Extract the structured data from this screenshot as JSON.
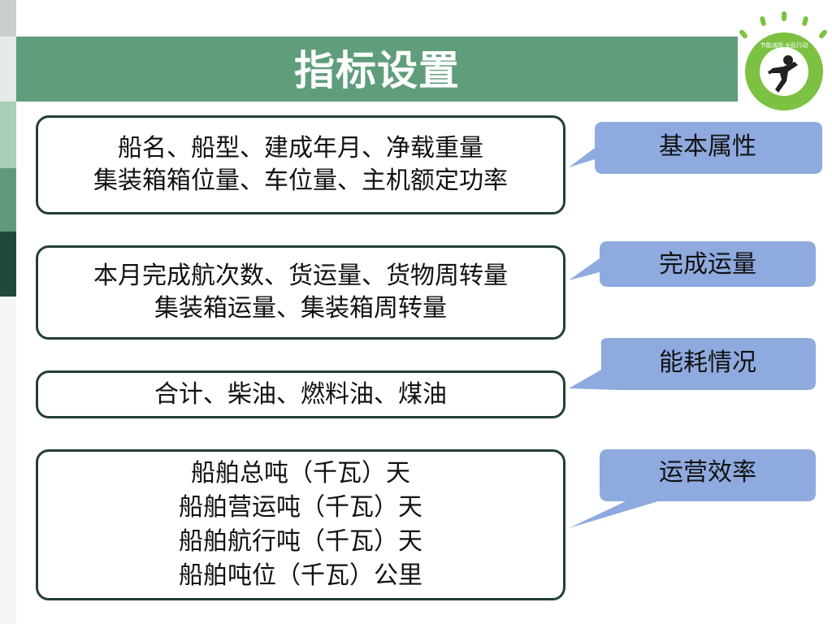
{
  "slide": {
    "title": "指标设置",
    "logo_text": "节能减排 全民行动"
  },
  "boxes": [
    {
      "lines": [
        "船名、船型、建成年月、净载重量",
        "集装箱箱位量、车位量、主机额定功率"
      ]
    },
    {
      "lines": [
        "本月完成航次数、货运量、货物周转量",
        "集装箱运量、集装箱周转量"
      ]
    },
    {
      "lines": [
        "合计、柴油、燃料油、煤油"
      ]
    },
    {
      "lines": [
        "船舶总吨（千瓦）天",
        "船舶营运吨（千瓦）天",
        "船舶航行吨（千瓦）天",
        "船舶吨位（千瓦）公里"
      ]
    }
  ],
  "callouts": [
    {
      "label": "基本属性"
    },
    {
      "label": "完成运量"
    },
    {
      "label": "能耗情况"
    },
    {
      "label": "运营效率"
    }
  ],
  "colors": {
    "title_bar": "#5f9d7c",
    "box_border": "#243f35",
    "callout_fill": "#8eaadf",
    "logo_green": "#7cc142"
  }
}
